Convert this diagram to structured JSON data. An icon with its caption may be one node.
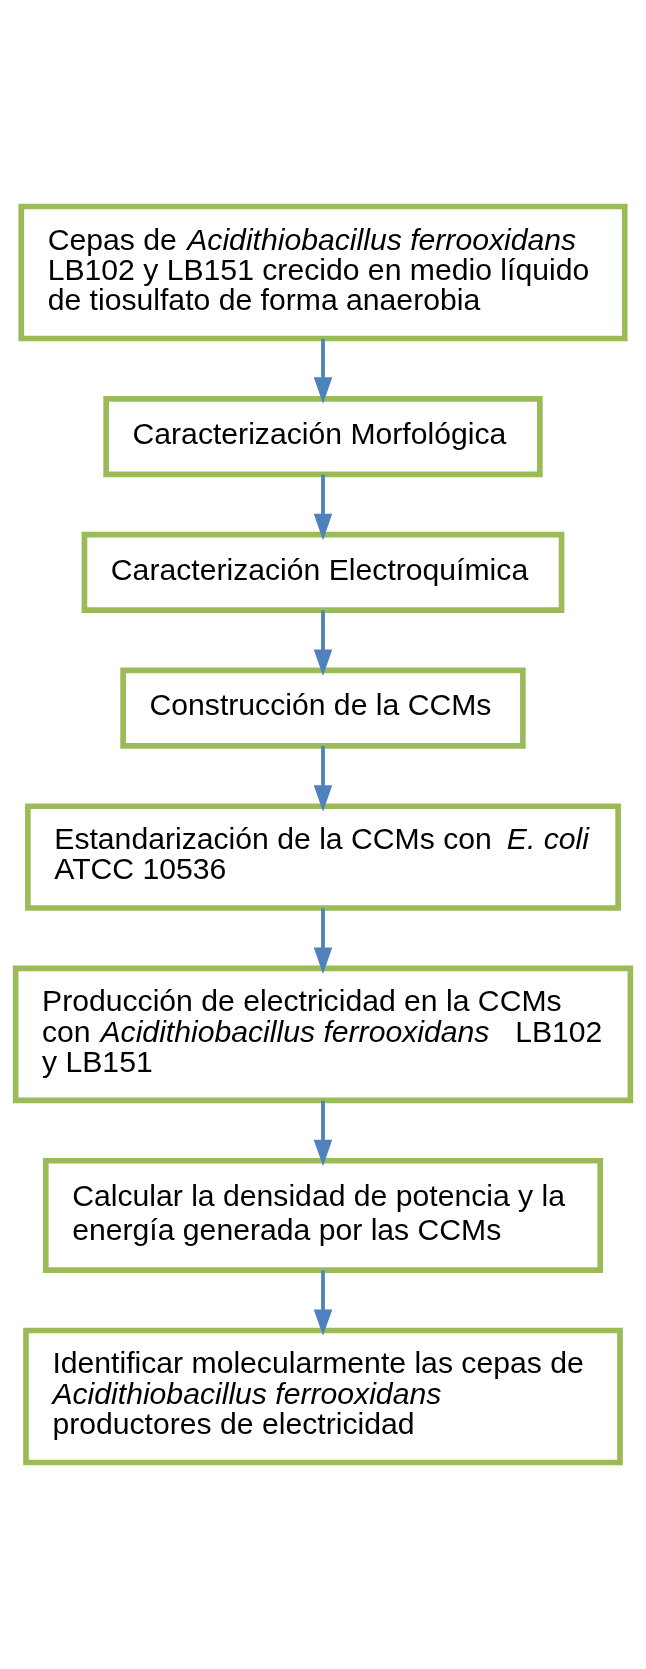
{
  "diagram": {
    "nodes": [
      {
        "text": [
          "Cepas de *Acidithiobacillus ferrooxidans* LB102 y LB151 crecido en medio líquido de tiosulfato de forma anaerobia"
        ]
      },
      {
        "text": [
          "Caracterización Morfológica"
        ]
      },
      {
        "text": [
          "Caracterización Electroquímica"
        ]
      },
      {
        "text": [
          "Construcción de la CCMs"
        ]
      },
      {
        "text": [
          "Estandarización de la CCMs con *E. coli* ATCC 10536"
        ]
      },
      {
        "text": [
          "Producción de electricidad en la CCMs con *Acidithiobacillus ferrooxidans* LB102 y LB151"
        ]
      },
      {
        "text": [
          "Calcular la densidad de potencia y la energía generada por las CCMs"
        ]
      },
      {
        "text": [
          "Identificar molecularmente las cepas de *Acidithiobacillus ferrooxidans* productores de electricidad"
        ]
      }
    ],
    "edges": [
      {
        "from": 0,
        "to": 1,
        "arrow": "to"
      },
      {
        "from": 1,
        "to": 2,
        "arrow": "to"
      },
      {
        "from": 2,
        "to": 3,
        "arrow": "to"
      },
      {
        "from": 3,
        "to": 4,
        "arrow": "to"
      },
      {
        "from": 4,
        "to": 5,
        "arrow": "to"
      },
      {
        "from": 5,
        "to": 6,
        "arrow": "to"
      },
      {
        "from": 6,
        "to": 7,
        "arrow": "to"
      }
    ]
  }
}
